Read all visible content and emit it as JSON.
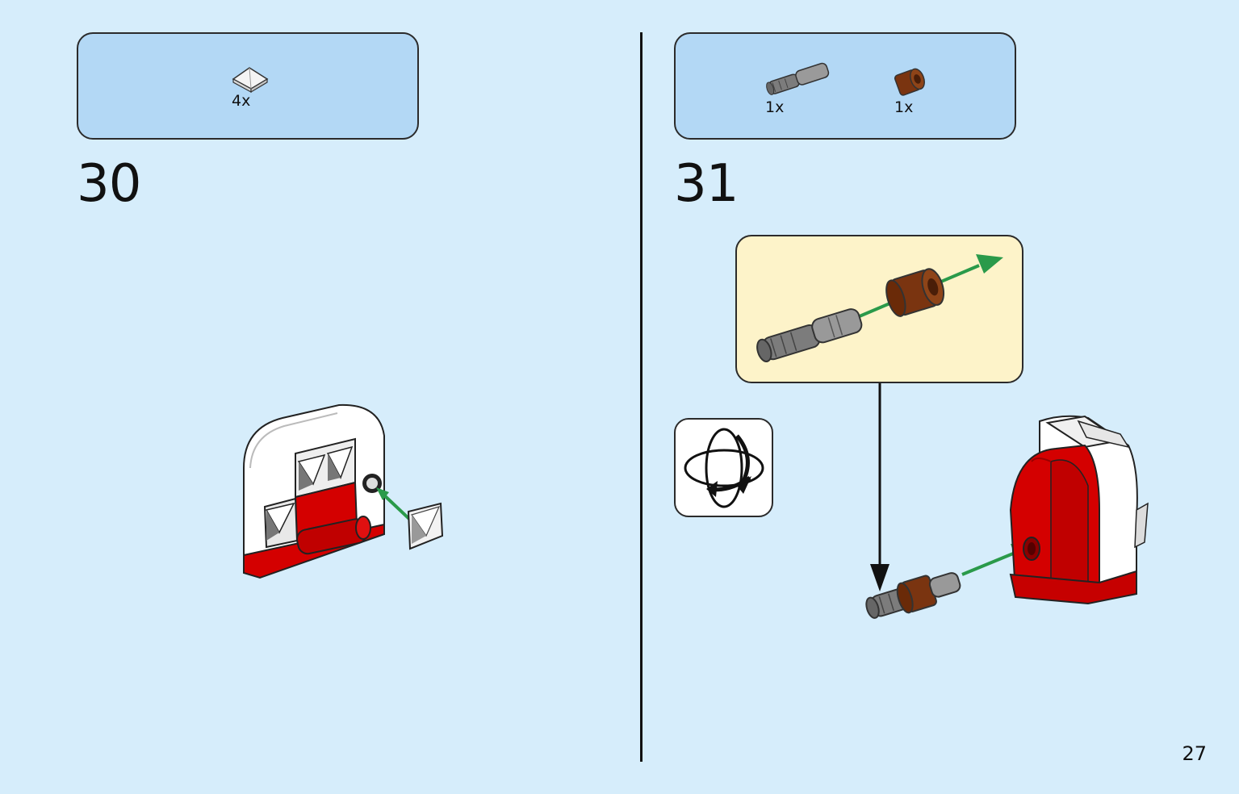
{
  "page": {
    "number": "27"
  },
  "step30": {
    "number": "30",
    "parts": [
      {
        "name": "white-pyramid-tile",
        "qty": "4x"
      }
    ]
  },
  "step31": {
    "number": "31",
    "parts": [
      {
        "name": "gray-axle-pin",
        "qty": "1x"
      },
      {
        "name": "brown-bush",
        "qty": "1x"
      }
    ]
  },
  "icons": {
    "rotate": "rotate-model-icon"
  },
  "colors": {
    "background": "#d6edfb",
    "parts_box": "#b3d8f5",
    "callout": "#fdf3c9",
    "arrow": "#2a9a4a",
    "brick_red": "#d40000",
    "brown": "#7a3410",
    "gray": "#8c8c8c"
  }
}
